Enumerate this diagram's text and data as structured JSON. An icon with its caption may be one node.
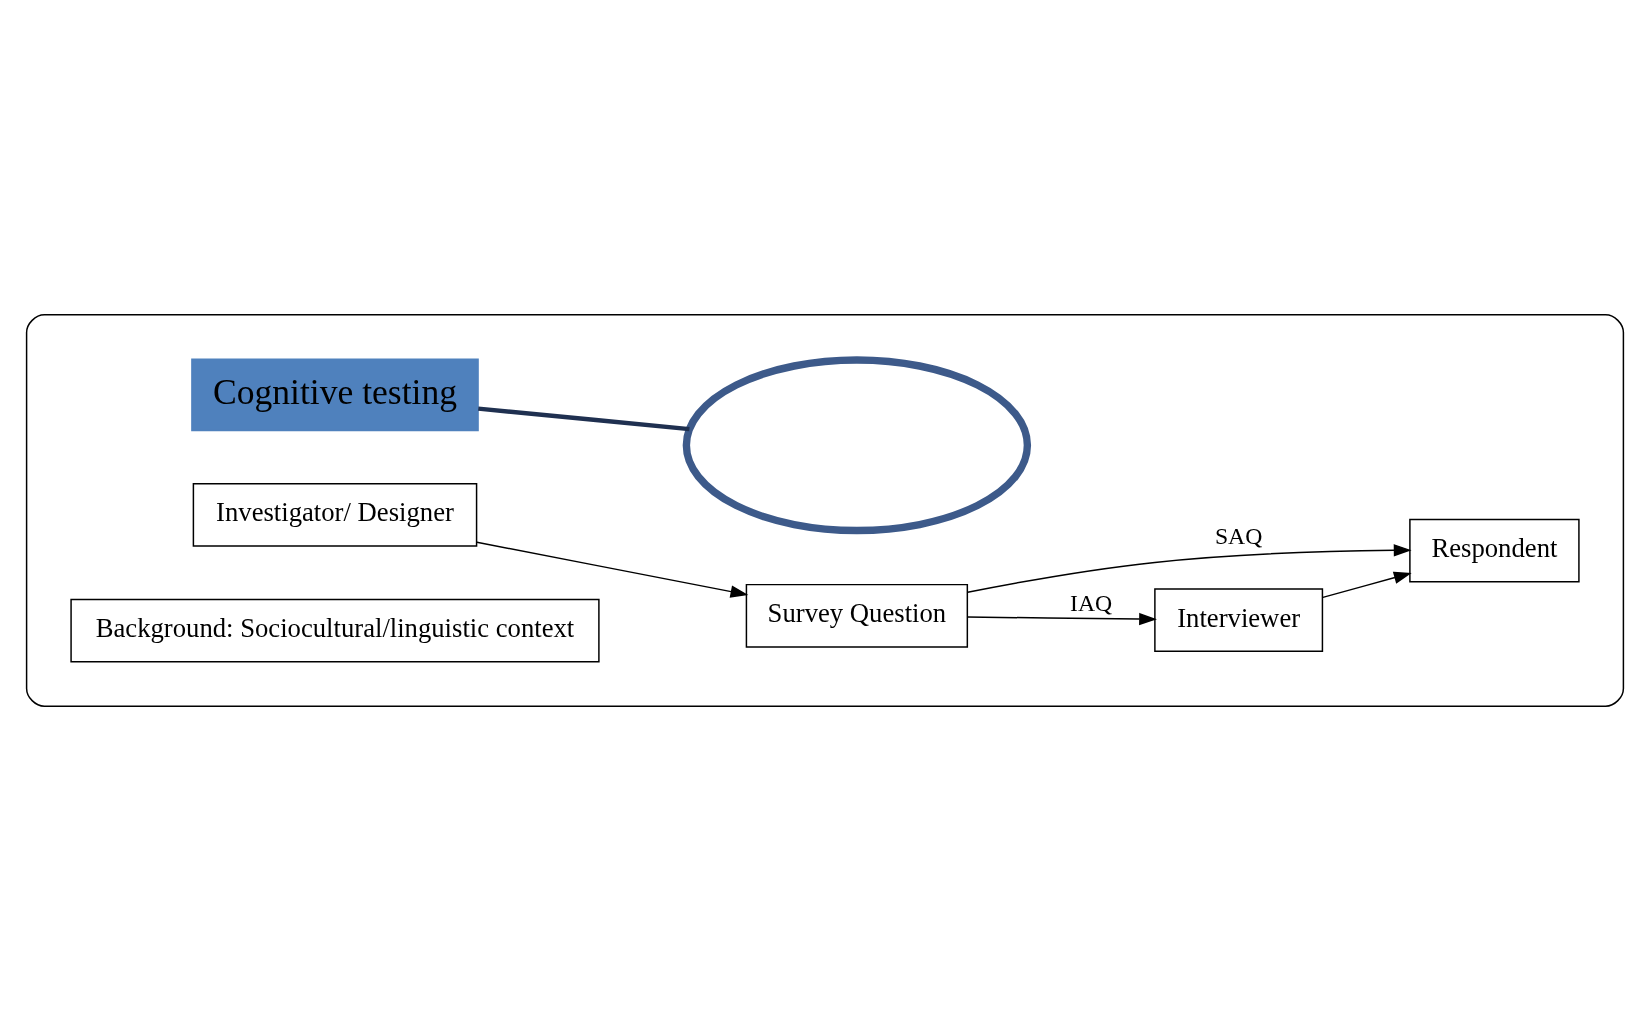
{
  "diagram": {
    "nodes": [
      {
        "text": [],
        "shape": "ellipse"
      },
      {
        "text": [
          "Cognitive testing"
        ],
        "in": 0
      },
      {
        "text": [
          "Interviewer"
        ],
        "in": 0
      },
      {
        "text": [],
        "shape": "ellipse",
        "in": 0
      },
      {
        "text": [
          "Investigator/ Designer"
        ],
        "in": 0
      },
      {
        "text": [
          "Survey Question"
        ],
        "in": 0
      },
      {
        "text": [
          "Respondent"
        ],
        "in": 0
      },
      {
        "text": [
          "Background: Sociocultural/linguistic context"
        ],
        "in": 0
      }
    ],
    "edges": [
      {
        "from": 1,
        "to": 3,
        "arrow": "none",
        "style": "thick",
        "color": "#1f3050"
      },
      {
        "from": 4,
        "to": 5,
        "arrow": "to"
      },
      {
        "from": 5,
        "to": 2,
        "arrow": "to",
        "label": "IAQ"
      },
      {
        "from": 2,
        "to": 6,
        "arrow": "to"
      },
      {
        "from": 5,
        "to": 6,
        "arrow": "to",
        "label": "SAQ"
      }
    ]
  }
}
